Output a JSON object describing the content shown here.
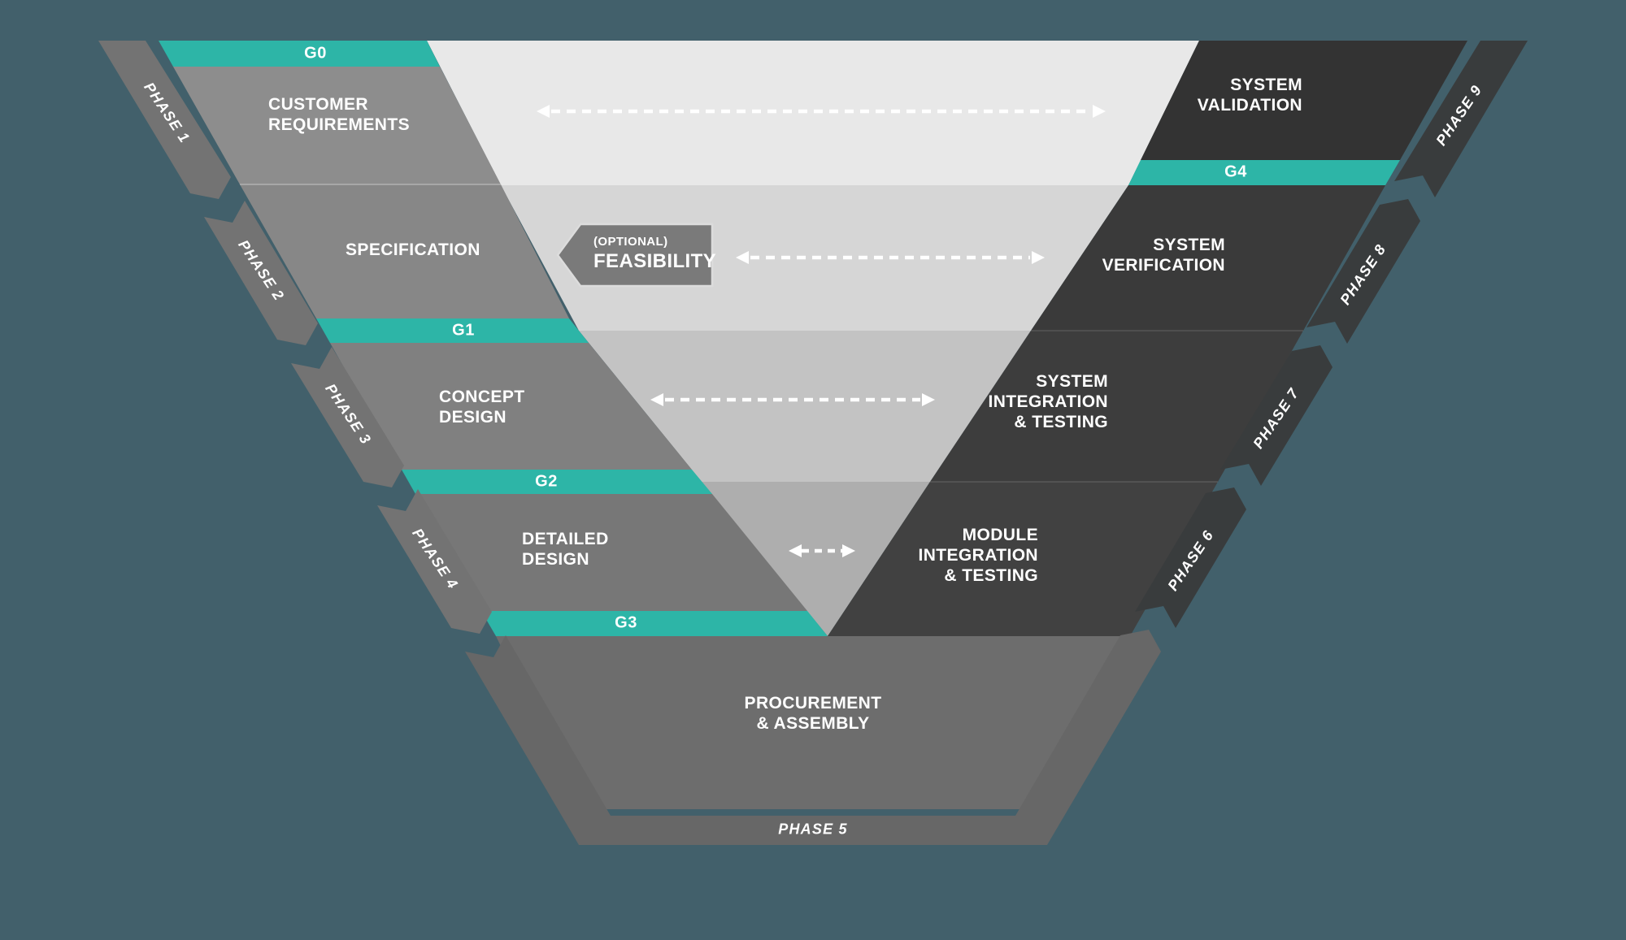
{
  "diagram": {
    "title": "V-model product development process with phases and gates",
    "gates": [
      {
        "id": "g0",
        "label": "G0"
      },
      {
        "id": "g1",
        "label": "G1"
      },
      {
        "id": "g2",
        "label": "G2"
      },
      {
        "id": "g3",
        "label": "G3"
      },
      {
        "id": "g4",
        "label": "G4"
      }
    ],
    "left_sections": [
      {
        "id": "customer-requirements",
        "label": "CUSTOMER\nREQUIREMENTS"
      },
      {
        "id": "specification",
        "label": "SPECIFICATION"
      },
      {
        "id": "concept-design",
        "label": "CONCEPT\nDESIGN"
      },
      {
        "id": "detailed-design",
        "label": "DETAILED\nDESIGN"
      }
    ],
    "bottom_section": {
      "id": "procurement-assembly",
      "label": "PROCUREMENT\n& ASSEMBLY"
    },
    "right_sections": [
      {
        "id": "system-validation",
        "label": "SYSTEM\nVALIDATION"
      },
      {
        "id": "system-verification",
        "label": "SYSTEM\nVERIFICATION"
      },
      {
        "id": "system-integration-testing",
        "label": "SYSTEM\nINTEGRATION\n& TESTING"
      },
      {
        "id": "module-integration-testing",
        "label": "MODULE\nINTEGRATION\n& TESTING"
      }
    ],
    "feasibility": {
      "prefix": "(OPTIONAL)",
      "label": "FEASIBILITY"
    },
    "phases": [
      {
        "label": "PHASE 1"
      },
      {
        "label": "PHASE 2"
      },
      {
        "label": "PHASE 3"
      },
      {
        "label": "PHASE 4"
      },
      {
        "label": "PHASE 5"
      },
      {
        "label": "PHASE 6"
      },
      {
        "label": "PHASE 7"
      },
      {
        "label": "PHASE 8"
      },
      {
        "label": "PHASE 9"
      }
    ],
    "colors": {
      "background": "#42606b",
      "gate_teal": "#2db5a7",
      "left_arm_grays": [
        "#8d8d8d",
        "#878787",
        "#808080",
        "#777777"
      ],
      "bottom_gray": "#6d6d6d",
      "right_arm_darks": [
        "#333333",
        "#3a3a3a",
        "#3d3d3d",
        "#414141"
      ],
      "interior_bands": [
        "#e8e8e8",
        "#d6d6d6",
        "#c3c3c3",
        "#aeaeae"
      ],
      "phase_strip_left": "#737373",
      "phase_strip_right": "#393c3d",
      "phase5_band": "#676767",
      "feasibility_box": "#7a7a7a",
      "text": "#ffffff",
      "arrow": "#ffffff"
    }
  }
}
